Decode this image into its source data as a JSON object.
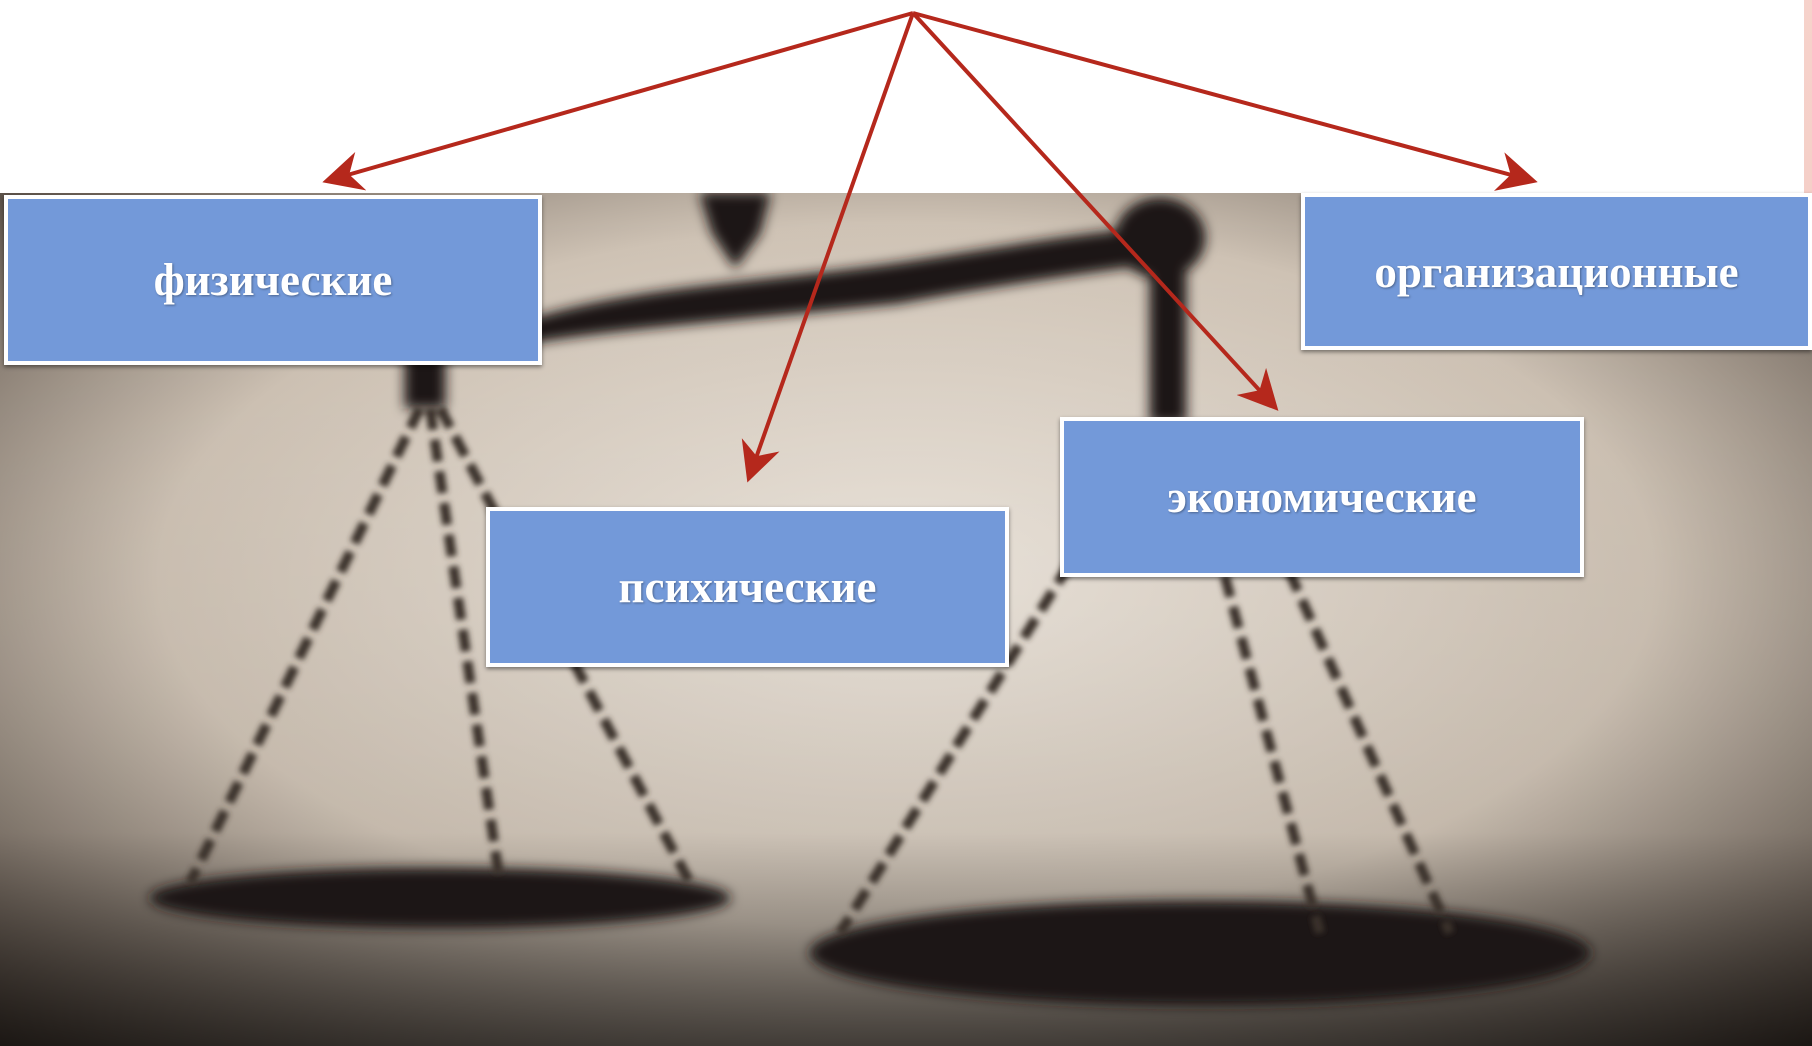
{
  "diagram": {
    "nodes": [
      {
        "id": "box-1",
        "label": "физические"
      },
      {
        "id": "box-2",
        "label": "организационные"
      },
      {
        "id": "box-3",
        "label": "психические"
      },
      {
        "id": "box-4",
        "label": "экономические"
      }
    ],
    "edges": [
      {
        "from": "root",
        "to": "box-1"
      },
      {
        "from": "root",
        "to": "box-2"
      },
      {
        "from": "root",
        "to": "box-3"
      },
      {
        "from": "root",
        "to": "box-4"
      }
    ]
  },
  "colors": {
    "box_fill": "#7399d9",
    "box_border": "#ffffff",
    "arrow": "#b5281c",
    "box_text": "#ffffff"
  },
  "background_image": "scales-of-justice-photo"
}
